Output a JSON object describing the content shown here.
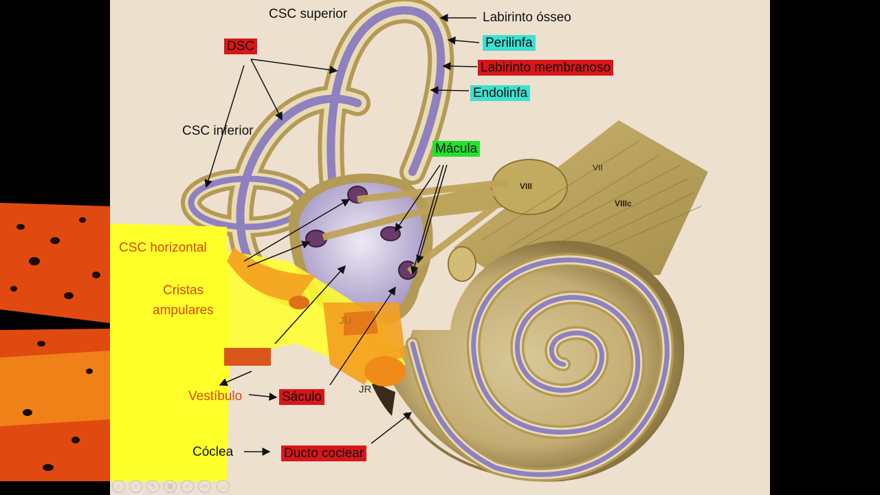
{
  "labels": {
    "csc_superior": "CSC superior",
    "labirinto_osseo": "Labirinto ósseo",
    "perilinfa": "Perilinfa",
    "labirinto_membranoso": "Labirinto membranoso",
    "endolinfa": "Endolinfa",
    "dsc": "DSC",
    "csc_inferior": "CSC inferior",
    "macula": "Mácula",
    "csc_horizontal": "CSC horizontal",
    "cristas_line1": "Cristas",
    "cristas_line2": "ampulares",
    "vestibulo": "Vestíbulo",
    "saculo": "Sáculo",
    "coclea": "Cóclea",
    "ducto_coclear": "Ducto coclear",
    "ju": "JU",
    "jr": "JR",
    "nerve_vii": "VII",
    "nerve_viii": "VIII",
    "nerve_viiic": "VIIIc"
  },
  "colors": {
    "slide_background": "#ede0cf",
    "bone": "#b39a55",
    "membrane": "#8f80c0",
    "label_red": "#d8161a",
    "label_teal": "#3fe0d0",
    "label_green": "#22e22e",
    "highlight_yellow": "#ffff2a",
    "overlay_orange": "#e04a10"
  },
  "controls": [
    "prev-icon",
    "next-icon",
    "pen-icon",
    "slides-icon",
    "zoom-icon",
    "subtitles-icon",
    "more-icon"
  ]
}
